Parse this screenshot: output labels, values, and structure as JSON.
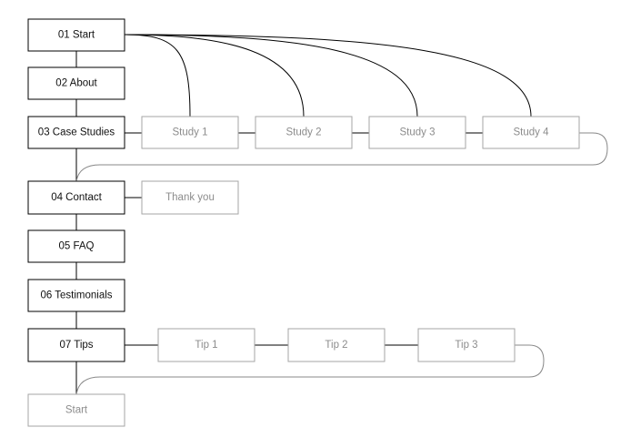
{
  "diagram": {
    "nodes": [
      {
        "id": "n01",
        "label": "01 Start",
        "type": "primary"
      },
      {
        "id": "n02",
        "label": "02 About",
        "type": "primary"
      },
      {
        "id": "n03",
        "label": "03 Case Studies",
        "type": "primary"
      },
      {
        "id": "n04",
        "label": "04 Contact",
        "type": "primary"
      },
      {
        "id": "n05",
        "label": "05 FAQ",
        "type": "primary"
      },
      {
        "id": "n06",
        "label": "06 Testimonials",
        "type": "primary"
      },
      {
        "id": "n07",
        "label": "07 Tips",
        "type": "primary"
      },
      {
        "id": "s1",
        "label": "Study 1",
        "type": "secondary"
      },
      {
        "id": "s2",
        "label": "Study 2",
        "type": "secondary"
      },
      {
        "id": "s3",
        "label": "Study 3",
        "type": "secondary"
      },
      {
        "id": "s4",
        "label": "Study 4",
        "type": "secondary"
      },
      {
        "id": "ty",
        "label": "Thank you",
        "type": "secondary"
      },
      {
        "id": "t1",
        "label": "Tip 1",
        "type": "secondary"
      },
      {
        "id": "t2",
        "label": "Tip 2",
        "type": "secondary"
      },
      {
        "id": "t3",
        "label": "Tip 3",
        "type": "secondary"
      },
      {
        "id": "end",
        "label": "Start",
        "type": "secondary"
      }
    ],
    "edges": [
      [
        "n01",
        "n02"
      ],
      [
        "n02",
        "n03"
      ],
      [
        "n03",
        "n04"
      ],
      [
        "n04",
        "n05"
      ],
      [
        "n05",
        "n06"
      ],
      [
        "n06",
        "n07"
      ],
      [
        "n07",
        "end"
      ],
      [
        "n03",
        "s1"
      ],
      [
        "s1",
        "s2"
      ],
      [
        "s2",
        "s3"
      ],
      [
        "s3",
        "s4"
      ],
      [
        "n04",
        "ty"
      ],
      [
        "n07",
        "t1"
      ],
      [
        "t1",
        "t2"
      ],
      [
        "t2",
        "t3"
      ],
      [
        "n01",
        "s1"
      ],
      [
        "n01",
        "s2"
      ],
      [
        "n01",
        "s3"
      ],
      [
        "n01",
        "s4"
      ],
      [
        "s4",
        "n04"
      ],
      [
        "t3",
        "end"
      ]
    ],
    "colors": {
      "primary_border": "#000000",
      "secondary_border": "#a6a6a6",
      "primary_text": "#111111",
      "secondary_text": "#8c8c8c",
      "primary_line": "#000000",
      "secondary_line": "#888888"
    }
  }
}
